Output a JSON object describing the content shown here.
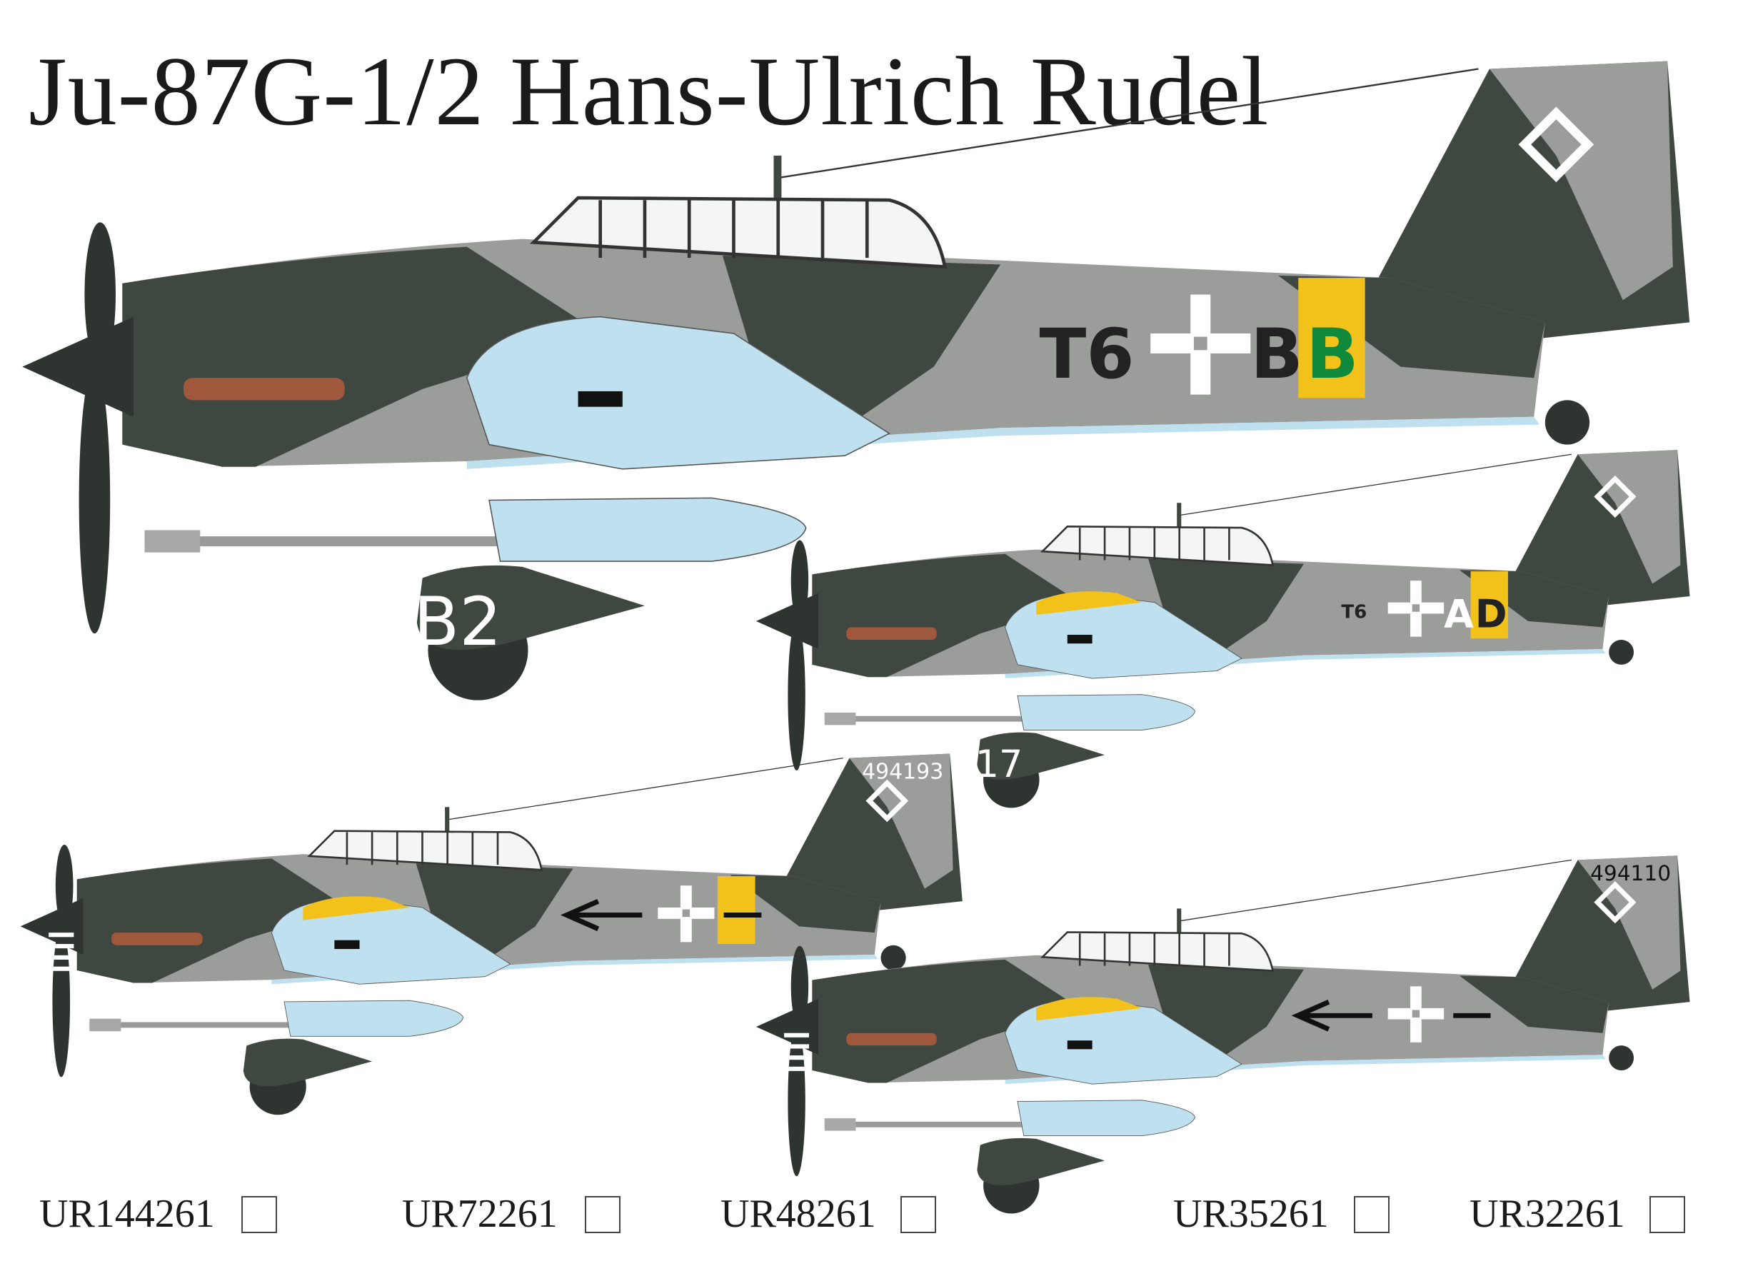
{
  "title": "Ju-87G-1/2 Hans-Ulrich Rudel",
  "colors": {
    "camo_light": "#9b9d9b",
    "camo_dark": "#3f4741",
    "underside": "#bfe0ef",
    "yellow_band": "#f2c21a",
    "code_green": "#0f8a3c",
    "mud_exhaust": "#a0583c"
  },
  "aircraft": [
    {
      "code_prefix": "T6",
      "letter1": "B",
      "letter2": "B",
      "spat_number": "B2",
      "tail_serial": "",
      "yellow_band": true,
      "chevron": false,
      "striped_prop": false
    },
    {
      "code_prefix": "T6",
      "letter1": "A",
      "letter2": "D",
      "spat_number": "17",
      "tail_serial": "",
      "yellow_band": true,
      "chevron": false,
      "striped_prop": false
    },
    {
      "code_prefix": "",
      "letter1": "",
      "letter2": "",
      "spat_number": "",
      "tail_serial": "494193",
      "yellow_band": true,
      "chevron": true,
      "striped_prop": true
    },
    {
      "code_prefix": "",
      "letter1": "",
      "letter2": "",
      "spat_number": "",
      "tail_serial": "494110",
      "yellow_band": false,
      "chevron": true,
      "striped_prop": true
    }
  ],
  "product_codes": [
    {
      "label": "UR144261"
    },
    {
      "label": "UR72261"
    },
    {
      "label": "UR48261"
    },
    {
      "label": "UR35261"
    },
    {
      "label": "UR32261"
    }
  ]
}
